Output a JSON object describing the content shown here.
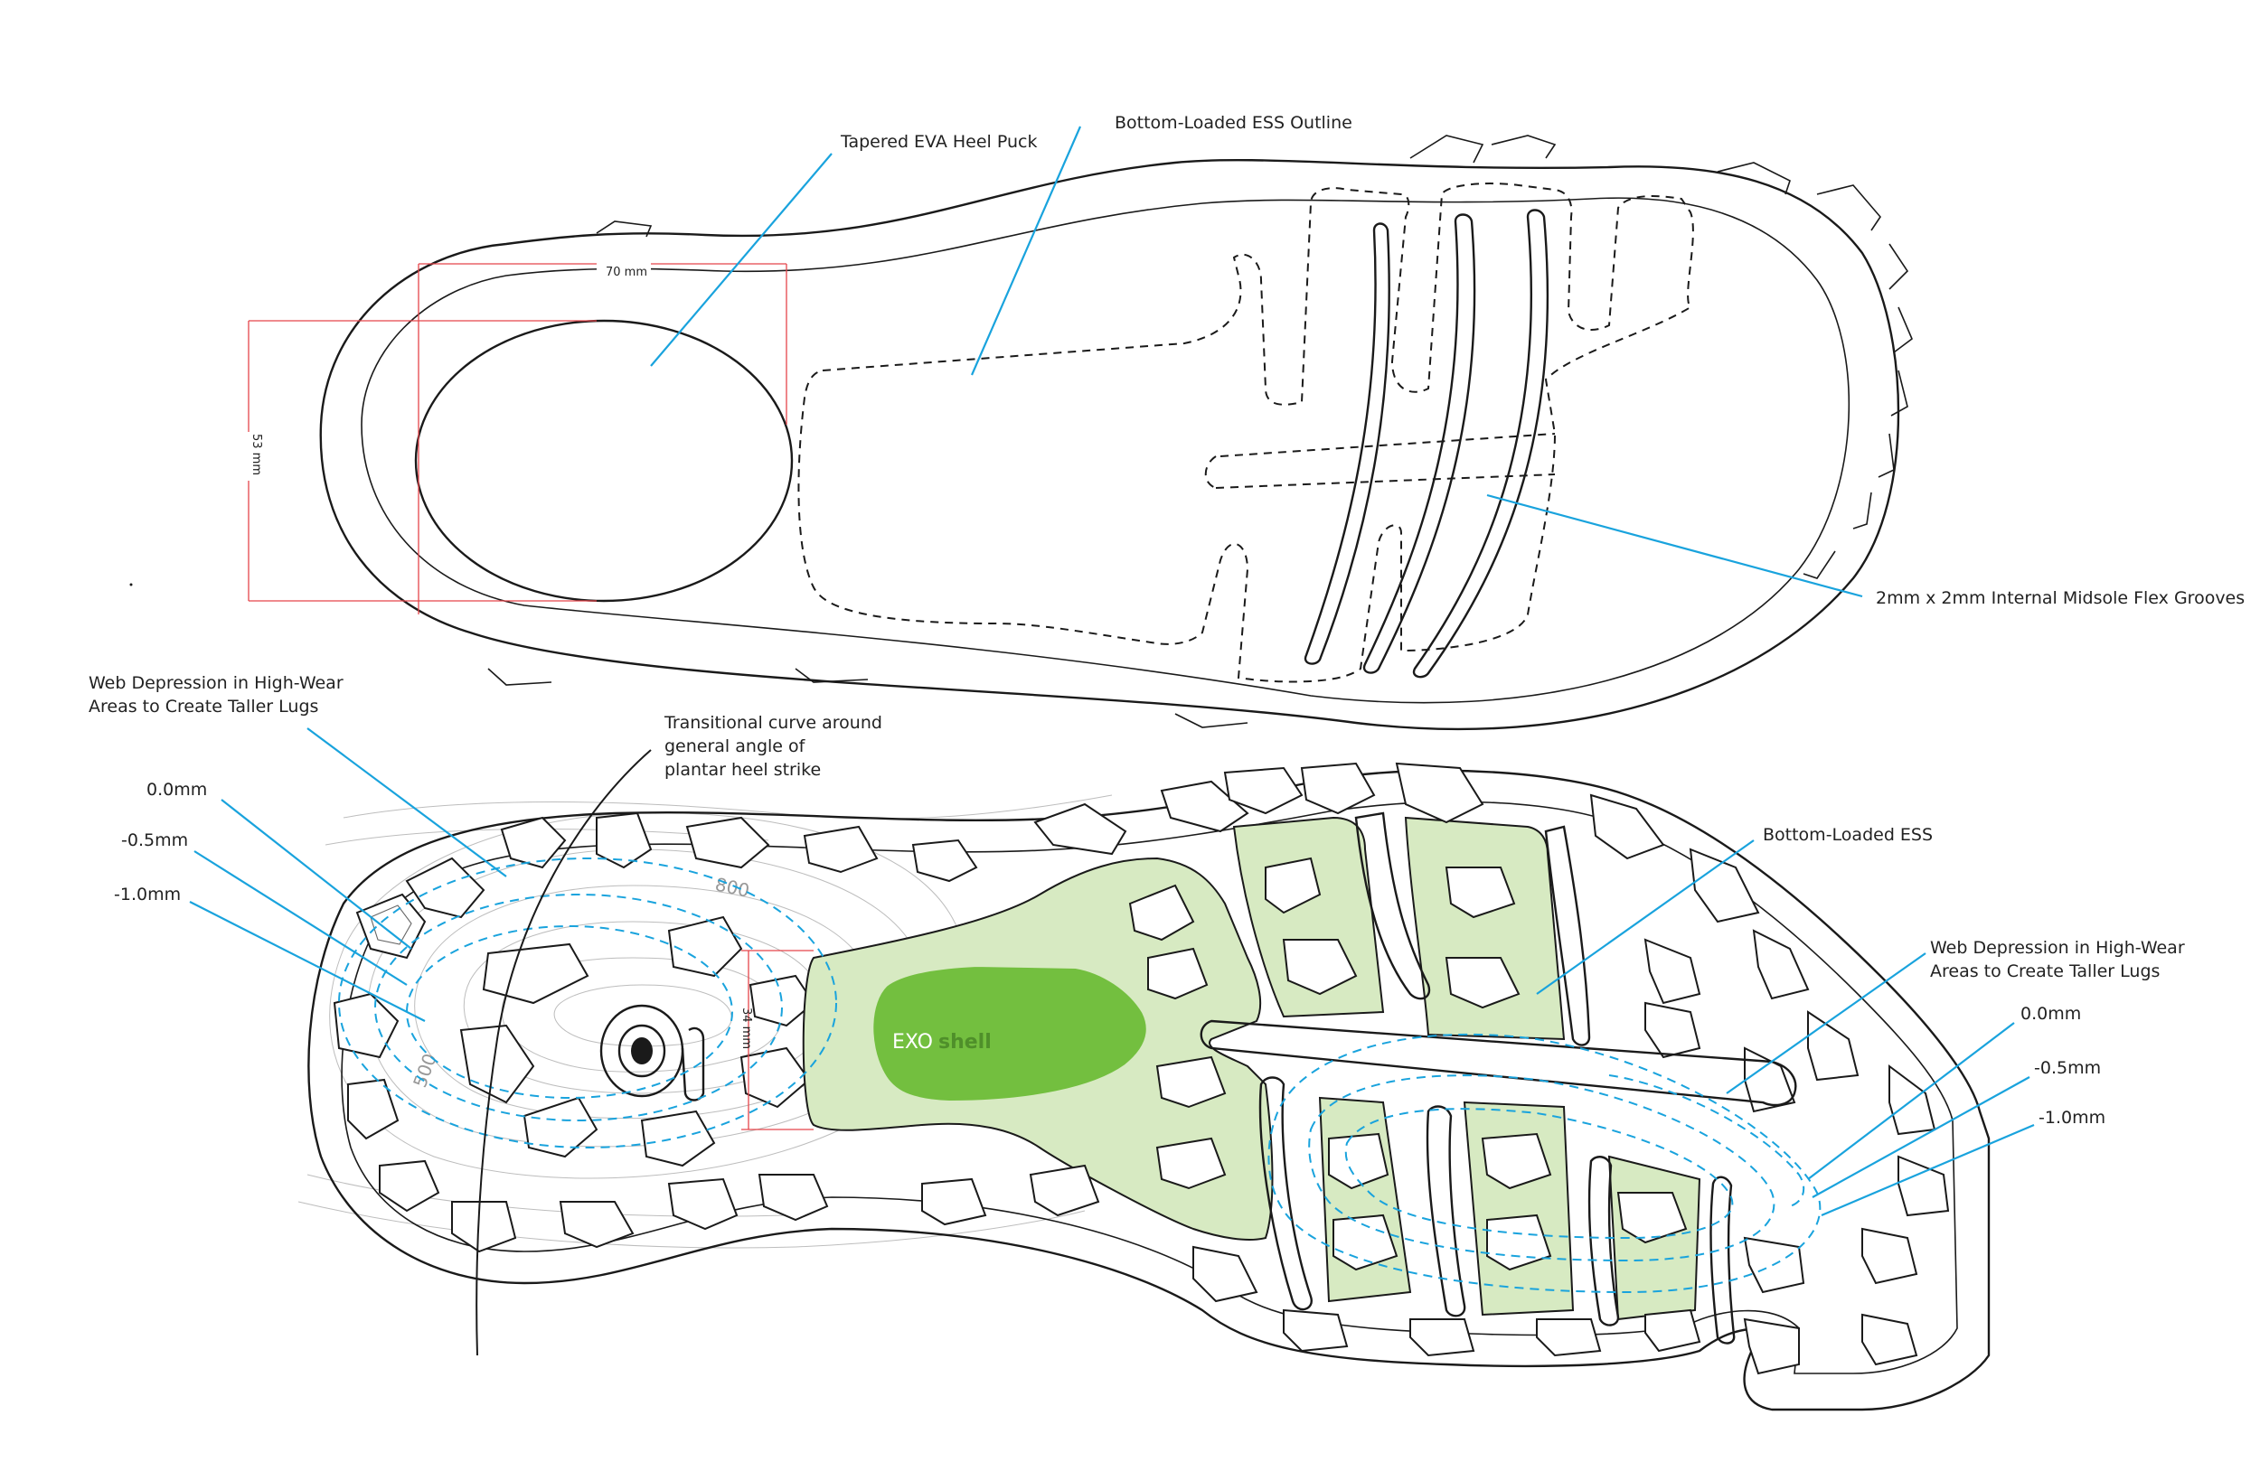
{
  "colors": {
    "line": "#1a1a1a",
    "callout": "#19a3dd",
    "dimension": "#e5454a",
    "ess_fill": "#d7eac2",
    "exoshell_fill": "#73bf3f",
    "contour": "#bdbdbd"
  },
  "top_view": {
    "callouts": {
      "heel_puck": "Tapered EVA Heel Puck",
      "ess_outline": "Bottom-Loaded ESS Outline",
      "flex_grooves": "2mm x 2mm Internal Midsole Flex Grooves"
    },
    "dimensions": {
      "width": "70 mm",
      "height": "53 mm"
    }
  },
  "bottom_view": {
    "callouts": {
      "web_depression_left_line1": "Web Depression in High-Wear",
      "web_depression_left_line2": "Areas to Create Taller Lugs",
      "transitional_line1": "Transitional curve around",
      "transitional_line2": "general angle of",
      "transitional_line3": "plantar heel strike",
      "left_depth_0": "0.0mm",
      "left_depth_05": "-0.5mm",
      "left_depth_10": "-1.0mm",
      "ess": "Bottom-Loaded ESS",
      "web_depression_right_line1": "Web Depression in High-Wear",
      "web_depression_right_line2": "Areas to Create Taller Lugs",
      "right_depth_0": "0.0mm",
      "right_depth_05": "-0.5mm",
      "right_depth_10": "-1.0mm"
    },
    "dimension": "34 mm",
    "exoshell": {
      "exo": "EXO",
      "shell": "shell"
    },
    "contour_labels": [
      "800",
      "500"
    ],
    "icons": [
      "at-sign-logo-icon"
    ]
  }
}
